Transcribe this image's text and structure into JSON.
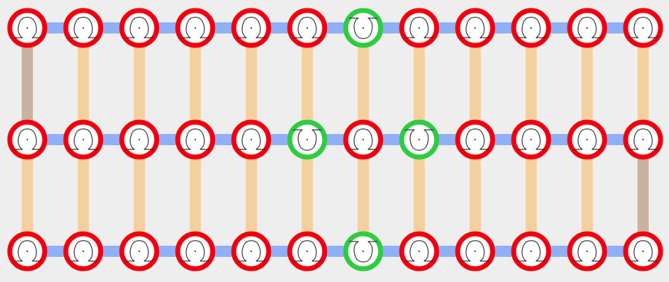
{
  "diagram": {
    "rows": 3,
    "cols": 12,
    "colors": {
      "background": "#eeeeee",
      "horizontal_link": "#8fb0f7",
      "vertical_link": "#f5d09f",
      "vertical_link_alt": "#c9b29f",
      "node_fill": "#ffffff",
      "node_ring_red": "#f0000f",
      "node_ring_green": "#2ecc40",
      "glyph_stroke": "#333333"
    },
    "node_icon": "omega-resonator-icon",
    "nodes": [
      [
        "red",
        "red",
        "red",
        "red",
        "red",
        "red",
        "green",
        "red",
        "red",
        "red",
        "red",
        "red"
      ],
      [
        "red",
        "red",
        "red",
        "red",
        "red",
        "green",
        "red",
        "green",
        "red",
        "red",
        "red",
        "red"
      ],
      [
        "red",
        "red",
        "red",
        "red",
        "red",
        "red",
        "green",
        "red",
        "red",
        "red",
        "red",
        "red"
      ]
    ],
    "flipped_nodes": [
      [
        0,
        6
      ],
      [
        1,
        5
      ],
      [
        1,
        7
      ],
      [
        2,
        6
      ]
    ],
    "vertical_links": [
      [
        "alt",
        "normal",
        "normal",
        "normal",
        "normal",
        "normal",
        "normal",
        "normal",
        "normal",
        "normal",
        "normal",
        "normal"
      ],
      [
        "normal",
        "normal",
        "normal",
        "normal",
        "normal",
        "normal",
        "normal",
        "normal",
        "normal",
        "normal",
        "normal",
        "alt"
      ]
    ]
  }
}
